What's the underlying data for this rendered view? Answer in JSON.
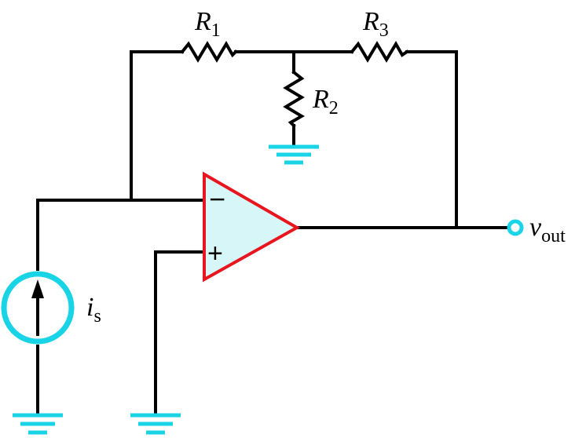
{
  "colors": {
    "wire": "#000000",
    "ground": "#19d3e6",
    "source": "#19d3e6",
    "output_terminal": "#19d3e6",
    "opamp_outline": "#e8141e",
    "opamp_fill": "#d6f6f8"
  },
  "resistors": {
    "r1": {
      "symbol": "R",
      "subscript": "1"
    },
    "r2": {
      "symbol": "R",
      "subscript": "2"
    },
    "r3": {
      "symbol": "R",
      "subscript": "3"
    }
  },
  "opamp": {
    "inverting_sign": "−",
    "noninverting_sign": "+"
  },
  "source": {
    "symbol": "i",
    "subscript": "s",
    "icon": "current-source-arrow-up"
  },
  "output": {
    "symbol": "v",
    "subscript": "out"
  },
  "grounds": [
    "ground-r2",
    "ground-source",
    "ground-noninverting"
  ]
}
